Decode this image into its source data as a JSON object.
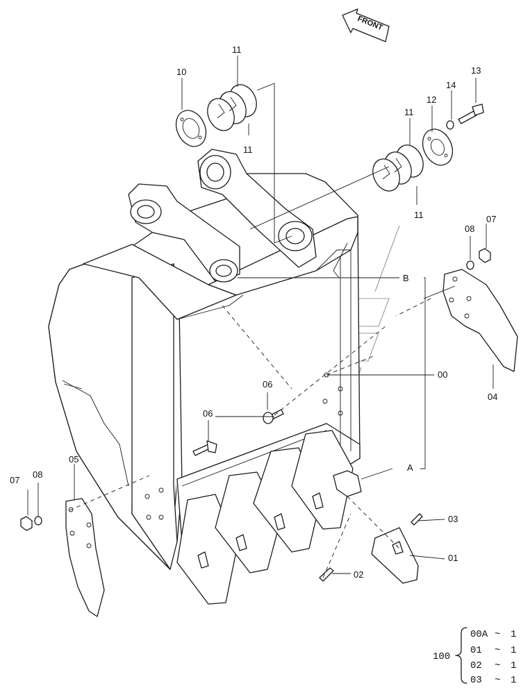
{
  "direction_label": "FRONT",
  "callouts": {
    "c00": "00",
    "c01": "01",
    "c02": "02",
    "c03": "03",
    "c04": "04",
    "c05": "05",
    "c06a": "06",
    "c06b": "06",
    "c07a": "07",
    "c07b": "07",
    "c08a": "08",
    "c08b": "08",
    "c10": "10",
    "c11a": "11",
    "c11b": "11",
    "c11c": "11",
    "c11d": "11",
    "c12": "12",
    "c13": "13",
    "c14": "14",
    "cA": "A",
    "cB": "B"
  },
  "legend": {
    "assembly": "100",
    "rows": [
      {
        "part": "00A",
        "sep": "~",
        "qty": "1"
      },
      {
        "part": "01",
        "sep": "~",
        "qty": "1"
      },
      {
        "part": "02",
        "sep": "~",
        "qty": "1"
      },
      {
        "part": "03",
        "sep": "~",
        "qty": "1"
      }
    ]
  }
}
